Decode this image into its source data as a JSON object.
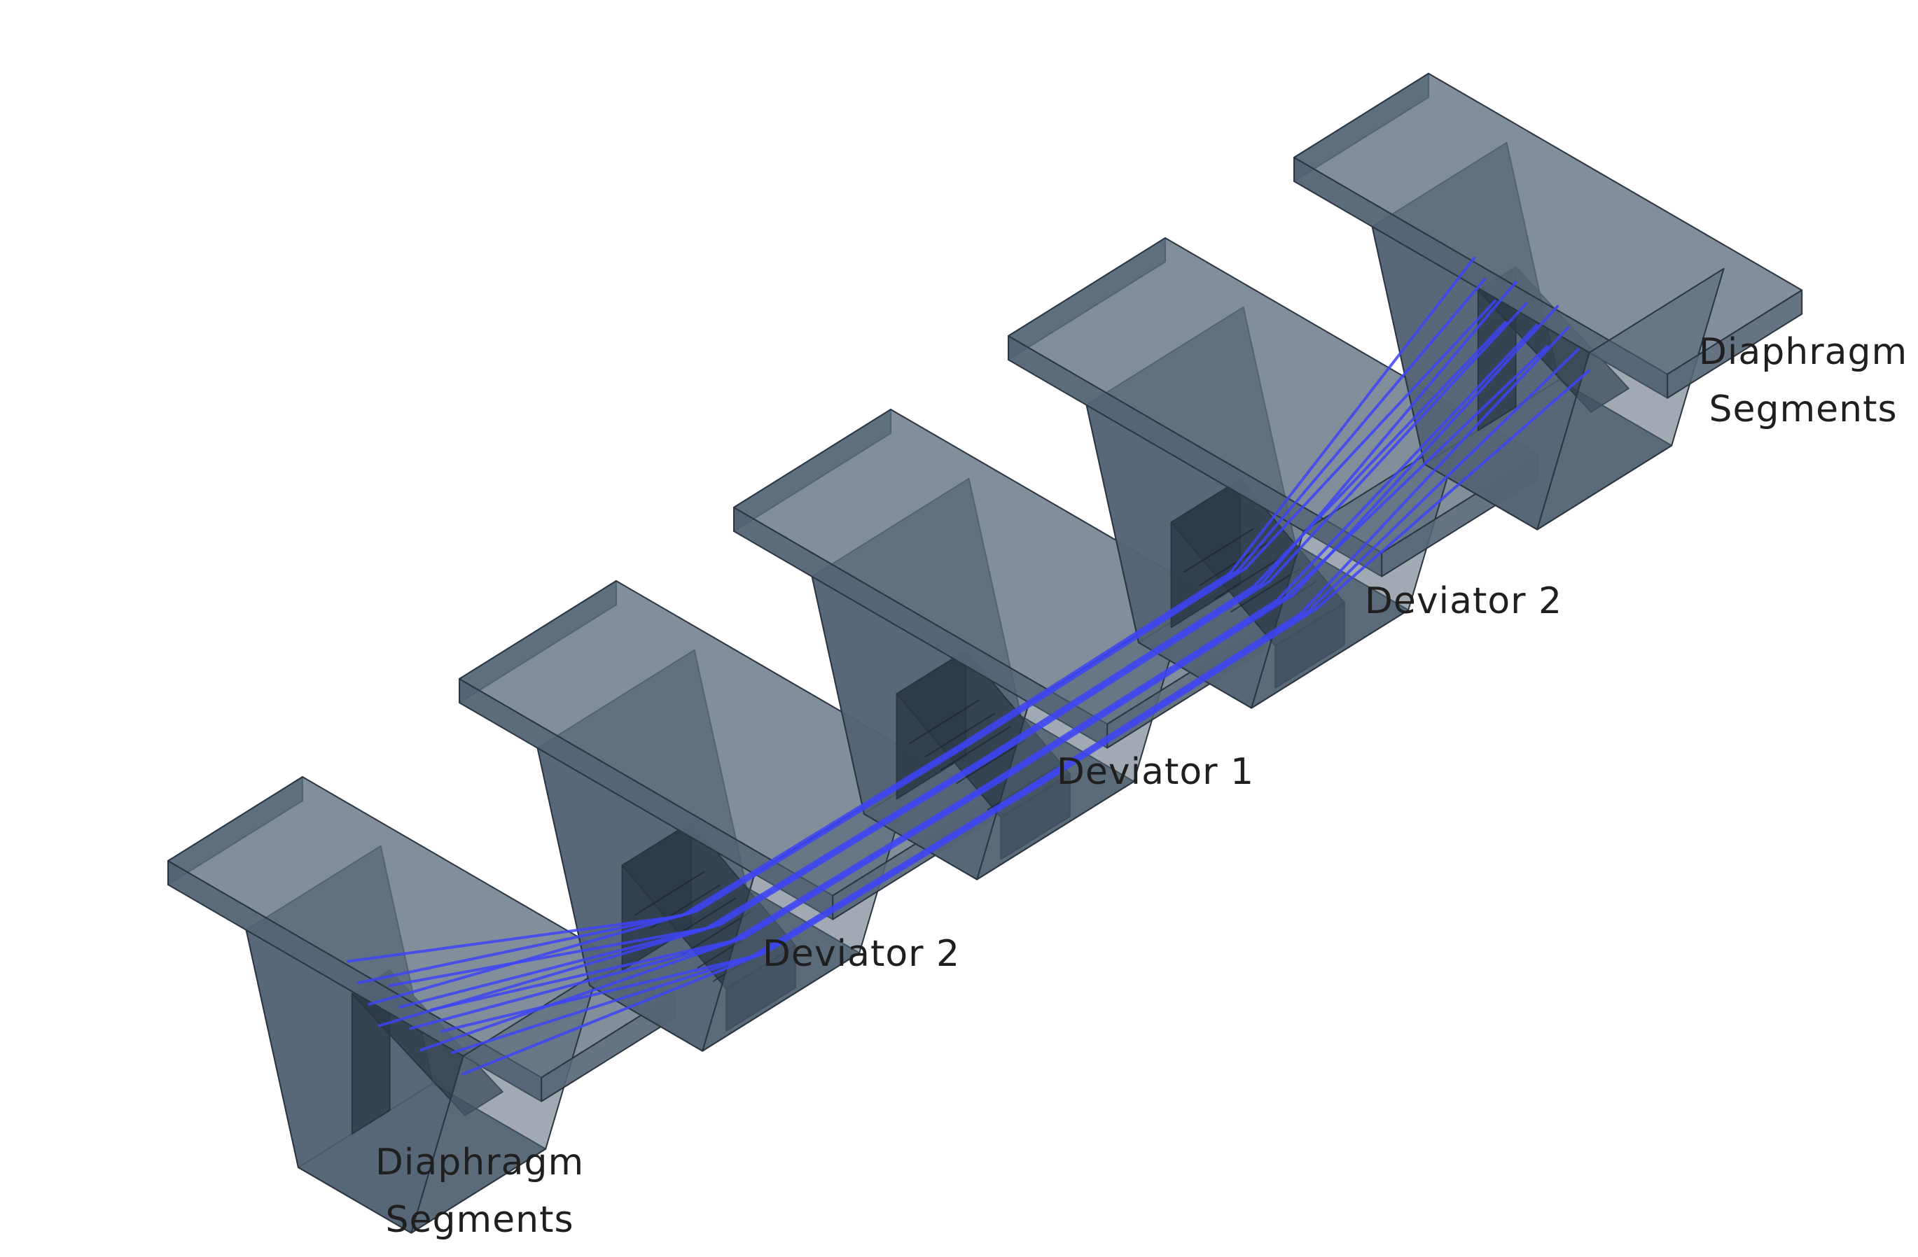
{
  "labels": {
    "diaphragm_left": {
      "line1": "Diaphragm",
      "line2": "Segments"
    },
    "deviator2_left": {
      "text": "Deviator 2"
    },
    "deviator1": {
      "text": "Deviator 1"
    },
    "deviator2_right": {
      "text": "Deviator 2"
    },
    "diaphragm_right": {
      "line1": "Diaphragm",
      "line2": "Segments"
    }
  },
  "colors": {
    "concrete_top": "#5f6f7f",
    "concrete_face": "#546474",
    "concrete_dark": "#2c3a48",
    "concrete_edge": "#2a3642",
    "tendon": "#3d44f5",
    "background": "#ffffff",
    "text": "#1f1f1f"
  }
}
